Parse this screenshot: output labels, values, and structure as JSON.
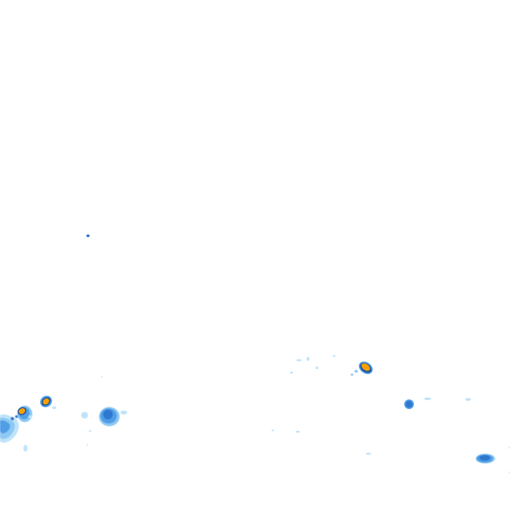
{
  "overlay": {
    "background": "#ffffff",
    "legend_colors": {
      "very_light": "#bfe3fb",
      "light": "#8cc8f2",
      "moderate": "#4f9ee6",
      "medium": "#2f78cf",
      "heavy_outline": "#1f4f9a",
      "intense": "#f5a000",
      "intense_core": "#ff8c00"
    },
    "cells": [
      {
        "id": "cell-west-cluster",
        "intensity": "moderate"
      },
      {
        "id": "cell-west-core",
        "intensity": "intense"
      },
      {
        "id": "cell-west-small",
        "intensity": "intense"
      },
      {
        "id": "cell-southwest",
        "intensity": "medium"
      },
      {
        "id": "cell-isolated-north",
        "intensity": "medium"
      },
      {
        "id": "cell-central-east",
        "intensity": "intense"
      },
      {
        "id": "cell-east-small",
        "intensity": "medium"
      },
      {
        "id": "cell-far-east",
        "intensity": "medium"
      }
    ]
  }
}
